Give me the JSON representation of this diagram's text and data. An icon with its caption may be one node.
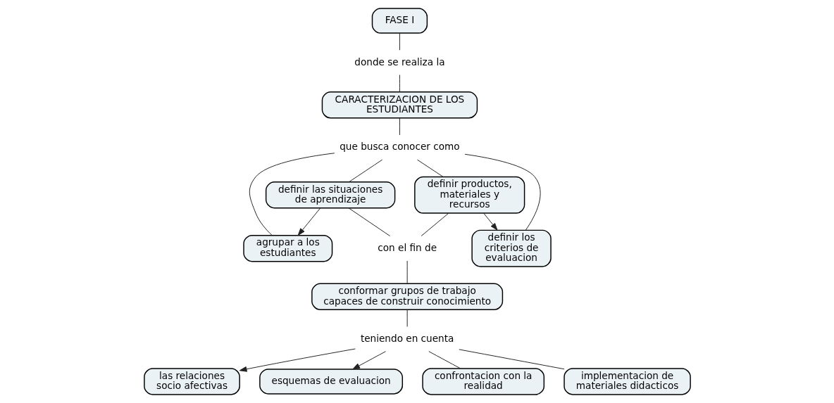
{
  "diagram": {
    "nodes": [
      {
        "text": [
          "FASE I"
        ]
      },
      {
        "text": [
          "donde se realiza la"
        ]
      },
      {
        "text": [
          "CARACTERIZACION DE LOS ESTUDIANTES"
        ]
      },
      {
        "text": [
          "que busca conocer como"
        ]
      },
      {
        "text": [
          "agrupar a los estudiantes"
        ]
      },
      {
        "text": [
          "definir los criterios de evaluacion"
        ]
      },
      {
        "text": [
          "definir las situaciones de aprendizaje"
        ]
      },
      {
        "text": [
          "definir productos, materiales y recursos"
        ]
      },
      {
        "text": [
          "con el fin de"
        ]
      },
      {
        "text": [
          "conformar grupos de trabajo capaces de construir conocimiento"
        ]
      },
      {
        "text": [
          "teniendo en cuenta"
        ]
      },
      {
        "text": [
          "las relaciones socio afectivas"
        ]
      },
      {
        "text": [
          "esquemas de evaluacion"
        ]
      },
      {
        "text": [
          "confrontacion con la realidad"
        ]
      },
      {
        "text": [
          "implementacion de materiales didacticos"
        ]
      }
    ],
    "edges": [
      {
        "from": 0,
        "to": 1,
        "arrow": "none"
      },
      {
        "from": 1,
        "to": 2,
        "arrow": "none"
      },
      {
        "from": 2,
        "to": 3,
        "arrow": "none"
      },
      {
        "from": 3,
        "to": 4,
        "arrow": "none"
      },
      {
        "from": 3,
        "to": 6,
        "arrow": "none"
      },
      {
        "from": 3,
        "to": 7,
        "arrow": "none"
      },
      {
        "from": 3,
        "to": 5,
        "arrow": "none"
      },
      {
        "from": 6,
        "to": 4,
        "arrow": "to"
      },
      {
        "from": 7,
        "to": 5,
        "arrow": "to"
      },
      {
        "from": 6,
        "to": 8,
        "arrow": "none"
      },
      {
        "from": 7,
        "to": 8,
        "arrow": "none"
      },
      {
        "from": 8,
        "to": 9,
        "arrow": "none"
      },
      {
        "from": 9,
        "to": 10,
        "arrow": "none"
      },
      {
        "from": 10,
        "to": 11,
        "arrow": "to"
      },
      {
        "from": 10,
        "to": 13,
        "arrow": "none"
      },
      {
        "from": 10,
        "to": 14,
        "arrow": "none"
      },
      {
        "from": 10,
        "to": 12,
        "arrow": "to"
      }
    ]
  }
}
